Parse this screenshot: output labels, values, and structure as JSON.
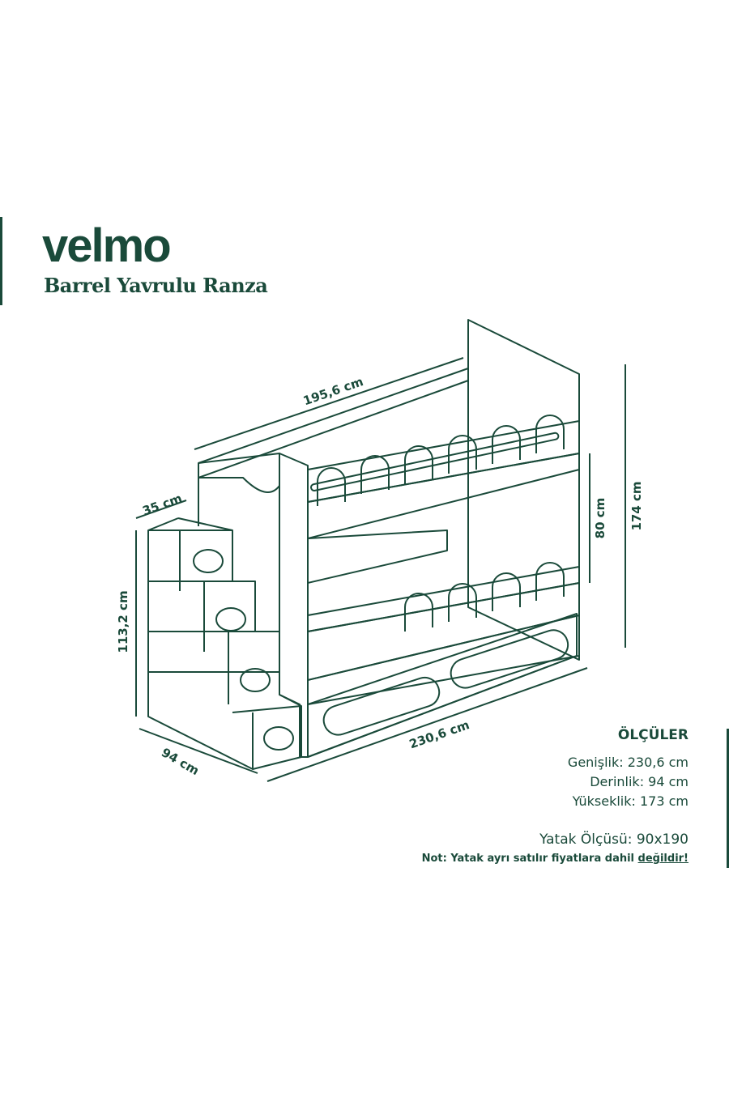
{
  "brand": "velmo",
  "product_name": "Barrel Yavrulu Ranza",
  "dimensions_labels": {
    "top_length": "195,6 cm",
    "step_depth": "35 cm",
    "step_height": "113,2 cm",
    "depth": "94 cm",
    "total_width": "230,6 cm",
    "bed_gap": "80 cm",
    "total_height": "174 cm"
  },
  "specs": {
    "heading": "ÖLÇÜLER",
    "width": "Genişlik: 230,6 cm",
    "depth": "Derinlik: 94 cm",
    "height": "Yükseklik: 173 cm",
    "bed_size": "Yatak Ölçüsü: 90x190",
    "note": "Not: Yatak ayrı satılır fiyatlara dahil",
    "note_emphasis": "değildir!"
  },
  "colors": {
    "primary": "#1a4a3a",
    "background": "#ffffff"
  }
}
